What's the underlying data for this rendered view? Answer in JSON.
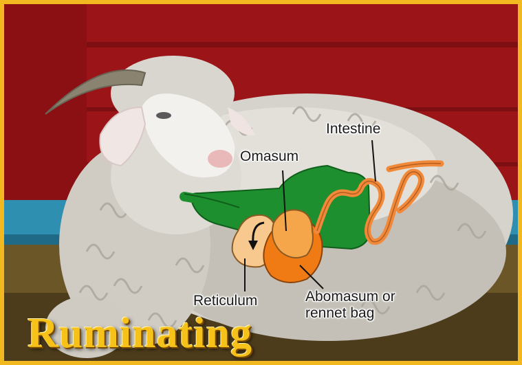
{
  "title": "Ruminating",
  "labels": {
    "intestine": "Intestine",
    "omasum": "Omasum",
    "reticulum": "Reticulum",
    "abomasum_line1": "Abomasum or",
    "abomasum_line2": "rennet bag"
  },
  "colors": {
    "frame": "#f2b820",
    "rumen": "#1e8f2e",
    "reticulum": "#f7c98f",
    "omasum": "#f5a64a",
    "abomasum": "#f07a14",
    "intestine": "#f08a3a",
    "barn_wall": "#9c1418",
    "blue_band": "#2e8fb0"
  }
}
